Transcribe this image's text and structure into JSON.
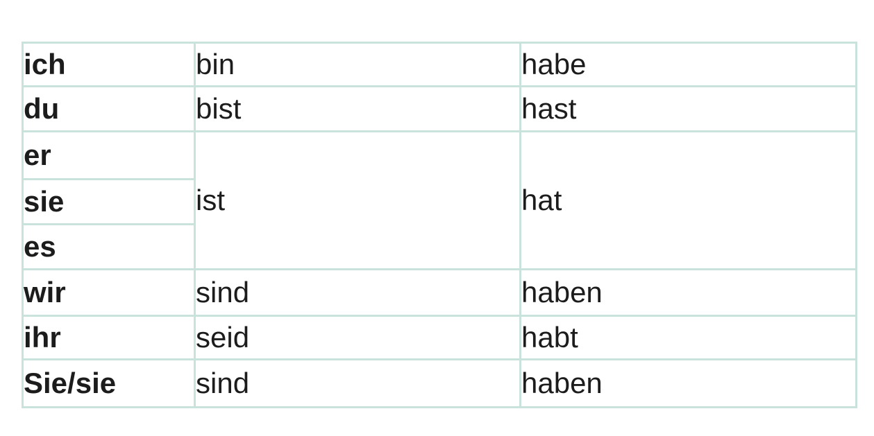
{
  "table": {
    "rows": [
      {
        "pronoun": "ich",
        "sein": "bin",
        "haben": "habe"
      },
      {
        "pronoun": "du",
        "sein": "bist",
        "haben": "hast"
      },
      {
        "pronoun": "er",
        "sein": "ist",
        "haben": "hat"
      },
      {
        "pronoun": "sie"
      },
      {
        "pronoun": "es"
      },
      {
        "pronoun": "wir",
        "sein": "sind",
        "haben": "haben"
      },
      {
        "pronoun": "ihr",
        "sein": "seid",
        "haben": "habt"
      },
      {
        "pronoun": "Sie/sie",
        "sein": "sind",
        "haben": "haben"
      }
    ]
  },
  "colors": {
    "pronoun_text": "#3e8a6f",
    "grid_lines": "#c9e3dc",
    "verb_text": "#1c1c1c",
    "background": "#ffffff"
  }
}
